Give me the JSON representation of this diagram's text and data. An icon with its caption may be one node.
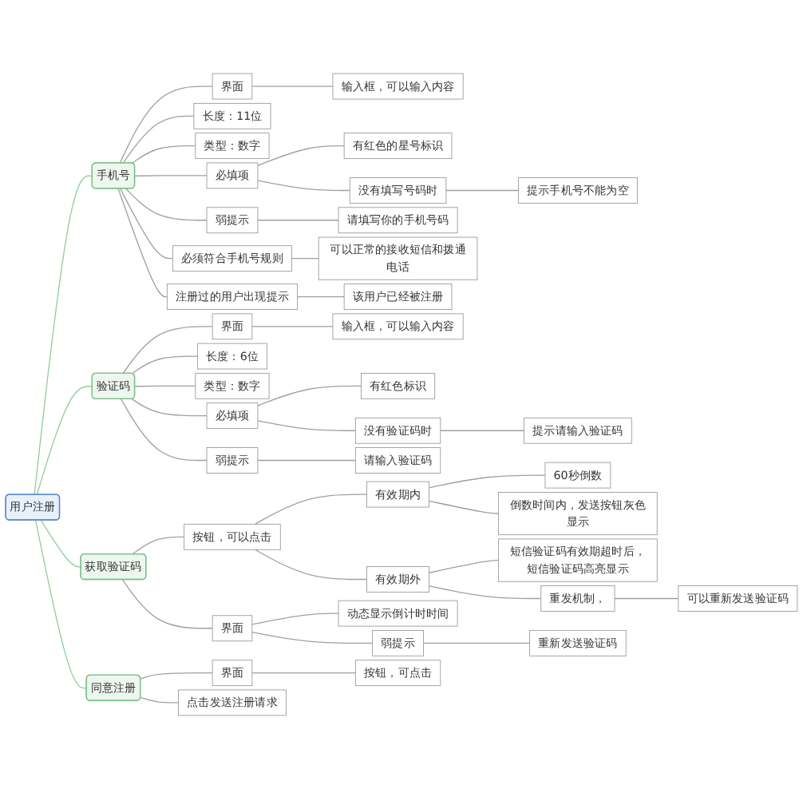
{
  "diagram": {
    "nodes": [
      {
        "text": [
          "用户注册"
        ]
      },
      {
        "text": [
          "手机号"
        ]
      },
      {
        "text": [
          "界面"
        ]
      },
      {
        "text": [
          "输入框，可以输入内容"
        ]
      },
      {
        "text": [
          "长度：11位"
        ]
      },
      {
        "text": [
          "类型：数字"
        ]
      },
      {
        "text": [
          "必填项"
        ]
      },
      {
        "text": [
          "有红色的星号标识"
        ]
      },
      {
        "text": [
          "没有填写号码时"
        ]
      },
      {
        "text": [
          "提示手机号不能为空"
        ]
      },
      {
        "text": [
          "弱提示"
        ]
      },
      {
        "text": [
          "请填写你的手机号码"
        ]
      },
      {
        "text": [
          "必须符合手机号规则"
        ]
      },
      {
        "text": [
          "可以正常的接收短信和拨通电话"
        ]
      },
      {
        "text": [
          "注册过的用户出现提示"
        ]
      },
      {
        "text": [
          "该用户已经被注册"
        ]
      },
      {
        "text": [
          "验证码"
        ]
      },
      {
        "text": [
          "界面"
        ]
      },
      {
        "text": [
          "输入框，可以输入内容"
        ]
      },
      {
        "text": [
          "长度：6位"
        ]
      },
      {
        "text": [
          "类型：数字"
        ]
      },
      {
        "text": [
          "必填项"
        ]
      },
      {
        "text": [
          "有红色标识"
        ]
      },
      {
        "text": [
          "没有验证码时"
        ]
      },
      {
        "text": [
          "提示请输入验证码"
        ]
      },
      {
        "text": [
          "弱提示"
        ]
      },
      {
        "text": [
          "请输入验证码"
        ]
      },
      {
        "text": [
          "获取验证码"
        ]
      },
      {
        "text": [
          "按钮，可以点击"
        ]
      },
      {
        "text": [
          "有效期内"
        ]
      },
      {
        "text": [
          "60秒倒数"
        ]
      },
      {
        "text": [
          "倒数时间内，发送按钮灰色显示"
        ]
      },
      {
        "text": [
          "有效期外"
        ]
      },
      {
        "text": [
          "短信验证码有效期超时后，短信验证码高亮显示"
        ]
      },
      {
        "text": [
          "重发机制，"
        ]
      },
      {
        "text": [
          "可以重新发送验证码"
        ]
      },
      {
        "text": [
          "界面"
        ]
      },
      {
        "text": [
          "动态显示倒计时时间"
        ]
      },
      {
        "text": [
          "弱提示"
        ]
      },
      {
        "text": [
          "重新发送验证码"
        ]
      },
      {
        "text": [
          "同意注册"
        ]
      },
      {
        "text": [
          "界面"
        ]
      },
      {
        "text": [
          "按钮，可点击"
        ]
      },
      {
        "text": [
          "点击发送注册请求"
        ]
      }
    ],
    "edges": [
      {
        "from": 0,
        "to": 1,
        "arrow": "none",
        "color": "#8fcf9f"
      },
      {
        "from": 1,
        "to": 2,
        "arrow": "none"
      },
      {
        "from": 2,
        "to": 3,
        "arrow": "none"
      },
      {
        "from": 1,
        "to": 4,
        "arrow": "none"
      },
      {
        "from": 1,
        "to": 5,
        "arrow": "none"
      },
      {
        "from": 1,
        "to": 6,
        "arrow": "none"
      },
      {
        "from": 6,
        "to": 7,
        "arrow": "none"
      },
      {
        "from": 6,
        "to": 8,
        "arrow": "none"
      },
      {
        "from": 8,
        "to": 9,
        "arrow": "none"
      },
      {
        "from": 1,
        "to": 10,
        "arrow": "none"
      },
      {
        "from": 10,
        "to": 11,
        "arrow": "none"
      },
      {
        "from": 1,
        "to": 12,
        "arrow": "none"
      },
      {
        "from": 12,
        "to": 13,
        "arrow": "none"
      },
      {
        "from": 1,
        "to": 14,
        "arrow": "none"
      },
      {
        "from": 14,
        "to": 15,
        "arrow": "none"
      },
      {
        "from": 0,
        "to": 16,
        "arrow": "none",
        "color": "#8fcf9f"
      },
      {
        "from": 16,
        "to": 17,
        "arrow": "none"
      },
      {
        "from": 17,
        "to": 18,
        "arrow": "none"
      },
      {
        "from": 16,
        "to": 19,
        "arrow": "none"
      },
      {
        "from": 16,
        "to": 20,
        "arrow": "none"
      },
      {
        "from": 16,
        "to": 21,
        "arrow": "none"
      },
      {
        "from": 21,
        "to": 22,
        "arrow": "none"
      },
      {
        "from": 21,
        "to": 23,
        "arrow": "none"
      },
      {
        "from": 23,
        "to": 24,
        "arrow": "none"
      },
      {
        "from": 16,
        "to": 25,
        "arrow": "none"
      },
      {
        "from": 25,
        "to": 26,
        "arrow": "none"
      },
      {
        "from": 0,
        "to": 27,
        "arrow": "none",
        "color": "#8fcf9f"
      },
      {
        "from": 27,
        "to": 28,
        "arrow": "none"
      },
      {
        "from": 28,
        "to": 29,
        "arrow": "none"
      },
      {
        "from": 29,
        "to": 30,
        "arrow": "none"
      },
      {
        "from": 29,
        "to": 31,
        "arrow": "none"
      },
      {
        "from": 28,
        "to": 32,
        "arrow": "none"
      },
      {
        "from": 32,
        "to": 33,
        "arrow": "none"
      },
      {
        "from": 32,
        "to": 34,
        "arrow": "none"
      },
      {
        "from": 34,
        "to": 35,
        "arrow": "none"
      },
      {
        "from": 27,
        "to": 36,
        "arrow": "none"
      },
      {
        "from": 36,
        "to": 37,
        "arrow": "none"
      },
      {
        "from": 36,
        "to": 38,
        "arrow": "none"
      },
      {
        "from": 38,
        "to": 39,
        "arrow": "none"
      },
      {
        "from": 0,
        "to": 40,
        "arrow": "none",
        "color": "#8fcf9f"
      },
      {
        "from": 40,
        "to": 41,
        "arrow": "none"
      },
      {
        "from": 41,
        "to": 42,
        "arrow": "none"
      },
      {
        "from": 40,
        "to": 43,
        "arrow": "none"
      }
    ]
  }
}
